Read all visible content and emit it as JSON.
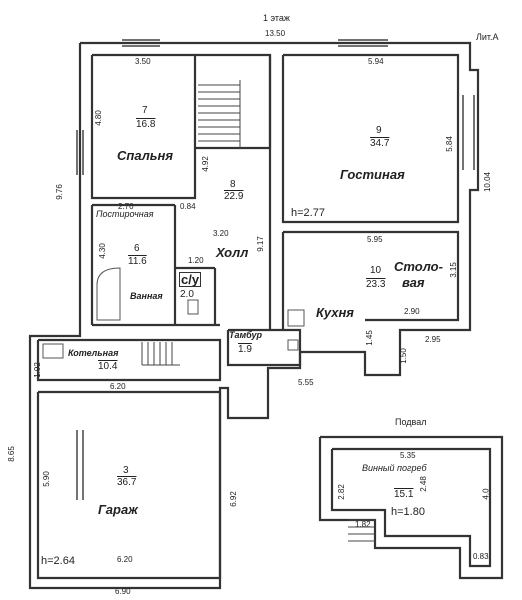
{
  "header": {
    "floor": "1 этаж",
    "lit": "Лит.А",
    "basement": "Подвал"
  },
  "rooms": {
    "bedroom": {
      "num": "7",
      "area": "16.8",
      "name": "Спальня"
    },
    "hall": {
      "num": "8",
      "area": "22.9",
      "name": "Холл"
    },
    "living": {
      "num": "9",
      "area": "34.7",
      "name": "Гостиная"
    },
    "laundry": {
      "name": "Постирочная"
    },
    "bath": {
      "num": "6",
      "area": "11.6",
      "name": "Ванная"
    },
    "wc": {
      "name": "с/у",
      "area": "2.0"
    },
    "dining": {
      "num": "10",
      "area": "23.3",
      "name1": "Столо-",
      "name2": "вая"
    },
    "kitchen": {
      "name": "Кухня"
    },
    "vestibule": {
      "name": "Тамбур",
      "area": "1.9"
    },
    "boiler": {
      "name": "Котельная",
      "area": "10.4"
    },
    "garage": {
      "num": "3",
      "area": "36.7",
      "name": "Гараж"
    },
    "cellar": {
      "name": "Винный погреб",
      "area": "15.1"
    }
  },
  "heights": {
    "main": "h=2.77",
    "garage": "h=2.64",
    "cellar": "h=1.80"
  },
  "dims": {
    "top": "13.50",
    "bedroom_top": "3.50",
    "living_top": "5.94",
    "bedroom_side": "4.80",
    "left_main": "9.76",
    "hall_side": "4.92",
    "living_side": "5.84",
    "right_main": "10.04",
    "laundry_w": "2.70",
    "laundry_d": "0.84",
    "hall_w": "3.20",
    "hall_h": "9.17",
    "dining_w": "5.95",
    "bath_side": "4.30",
    "wc_w": "1.20",
    "dining_side": "3.15",
    "dining_bottom": "2.90",
    "kitchen_side": "1.45",
    "right_lower": "1.50",
    "right_step": "2.95",
    "boiler_side": "1.92",
    "boiler_w": "6.20",
    "porch_w": "5.55",
    "left_garage": "8.65",
    "garage_side": "5.90",
    "garage_right": "6.92",
    "garage_inner_bottom": "6.20",
    "garage_bottom": "6.90",
    "cellar_top": "5.35",
    "cellar_left": "2.82",
    "cellar_mid": "2.48",
    "cellar_right": "4.0",
    "cellar_step": "1.82",
    "cellar_corner": "0.83"
  }
}
